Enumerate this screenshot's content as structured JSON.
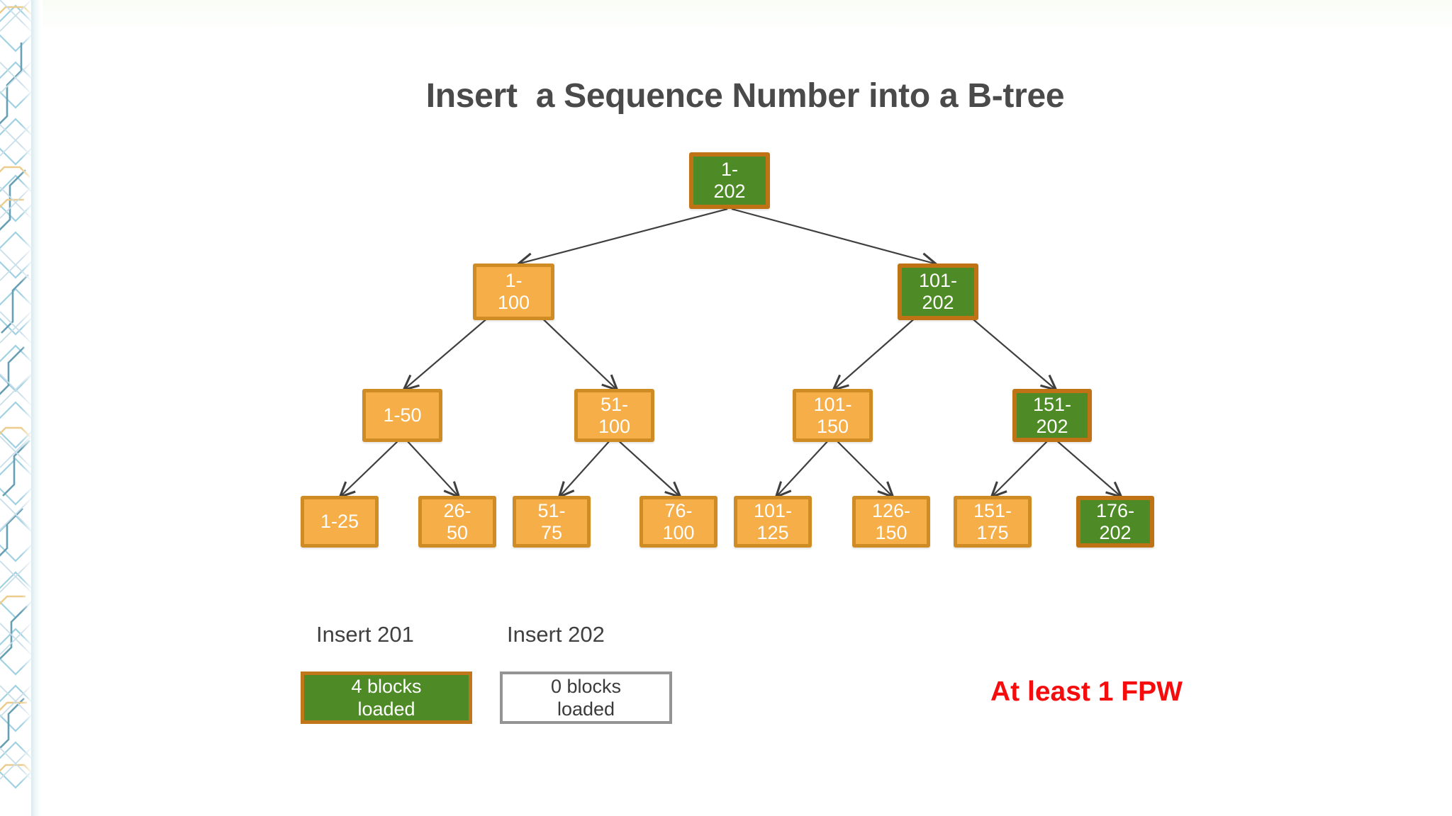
{
  "slide": {
    "title": "Insert  a Sequence Number into a B-tree",
    "background_color": "#ffffff",
    "title_color": "#4a4a4a"
  },
  "colors": {
    "node_orange_fill": "#f5ae48",
    "node_orange_border": "#cf8b24",
    "node_green_fill": "#4e8b26",
    "node_green_border": "#bf7314",
    "edge_line": "#3f3f3f",
    "note_red": "#f50c0c",
    "empty_box_border": "#949494"
  },
  "tree": {
    "root": {
      "label": "1-\n202",
      "state": "green"
    },
    "level1": [
      {
        "label": "1-\n100",
        "state": "orange"
      },
      {
        "label": "101-\n202",
        "state": "green"
      }
    ],
    "level2": [
      {
        "label": "1-50",
        "state": "orange"
      },
      {
        "label": "51-\n100",
        "state": "orange"
      },
      {
        "label": "101-\n150",
        "state": "orange"
      },
      {
        "label": "151-\n202",
        "state": "green"
      }
    ],
    "leaves": [
      {
        "label": "1-25",
        "state": "orange"
      },
      {
        "label": "26-\n50",
        "state": "orange"
      },
      {
        "label": "51-\n75",
        "state": "orange"
      },
      {
        "label": "76-\n100",
        "state": "orange"
      },
      {
        "label": "101-\n125",
        "state": "orange"
      },
      {
        "label": "126-\n150",
        "state": "orange"
      },
      {
        "label": "151-\n175",
        "state": "orange"
      },
      {
        "label": "176-\n202",
        "state": "green"
      }
    ]
  },
  "summary": {
    "case_a": {
      "label": "Insert 201",
      "blocks": "4 blocks\nloaded",
      "style": "filled"
    },
    "case_b": {
      "label": "Insert 202",
      "blocks": "0 blocks\nloaded",
      "style": "empty"
    },
    "note": "At least 1 FPW"
  }
}
